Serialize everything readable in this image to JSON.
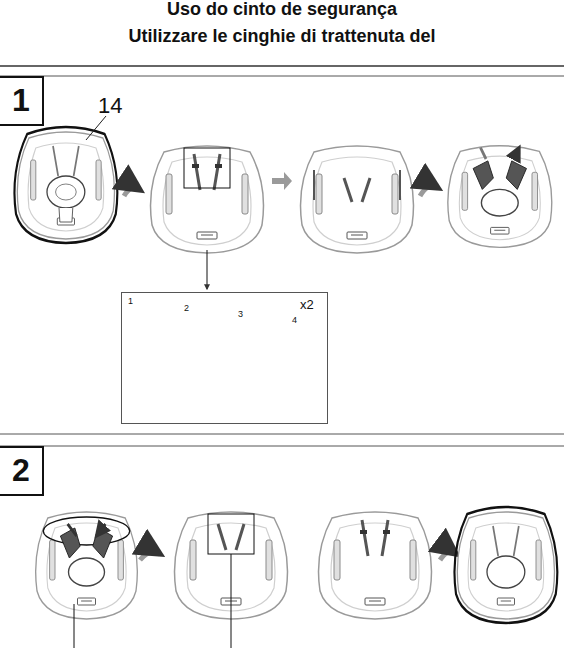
{
  "diagram": {
    "title": "Uso do cinto de segurança",
    "nodes": [
      {
        "text": [
          "1"
        ]
      },
      {
        "text": [
          "1",
          "2",
          "3",
          "4",
          "x2"
        ]
      },
      {
        "text": [
          "2"
        ]
      }
    ],
    "edges": [],
    "labels": [
      "Utilizzare le cinghie di trattenuta del",
      "14"
    ]
  }
}
